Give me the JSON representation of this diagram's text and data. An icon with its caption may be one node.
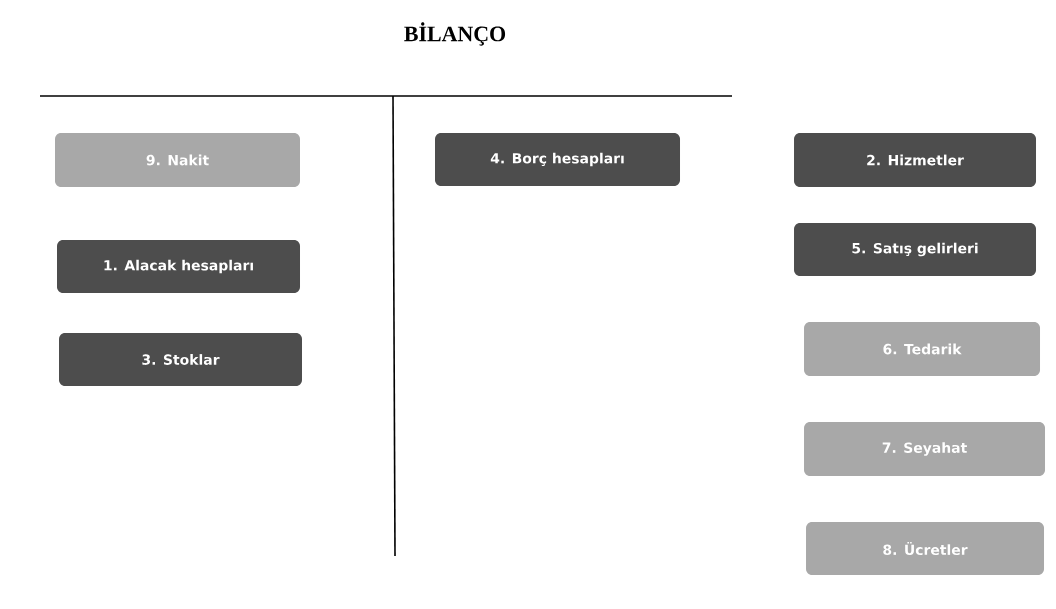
{
  "diagram": {
    "title": "BİLANÇO",
    "nodes": [
      {
        "text": [
          "9. Nakit"
        ]
      },
      {
        "text": [
          "4. Borç hesapları"
        ]
      },
      {
        "text": [
          "2. Hizmetler"
        ]
      },
      {
        "text": [
          "1. Alacak hesapları"
        ]
      },
      {
        "text": [
          "5. Satış gelirleri"
        ]
      },
      {
        "text": [
          "3. Stoklar"
        ]
      },
      {
        "text": [
          "6. Tedarik"
        ]
      },
      {
        "text": [
          "7. Seyahat"
        ]
      },
      {
        "text": [
          "8. Ücretler"
        ]
      }
    ]
  }
}
